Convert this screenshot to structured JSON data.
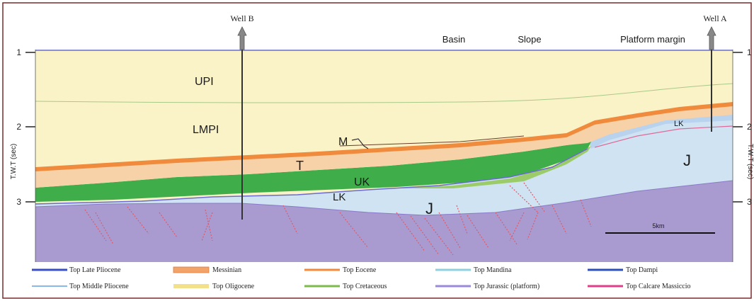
{
  "wells": [
    {
      "id": "well-b",
      "label": "Well B"
    },
    {
      "id": "well-a",
      "label": "Well A"
    }
  ],
  "settings": [
    "Basin",
    "Slope",
    "Platform margin"
  ],
  "axis": {
    "label": "T.W.T (sec)",
    "ticks": [
      "1",
      "2",
      "3"
    ]
  },
  "units": {
    "upi": "UPI",
    "lmpi": "LMPI",
    "m": "M",
    "t": "T",
    "uk": "UK",
    "lk_basin": "LK",
    "lk_platform": "LK",
    "j_basin": "J",
    "j_platform": "J"
  },
  "scale_bar": {
    "label": "5km"
  },
  "legend": [
    {
      "label": "Top Late Pliocene",
      "color": "#3a4fc4"
    },
    {
      "label": "Top Middle Pliocene",
      "color": "#8ab8e8"
    },
    {
      "label": "Messinian",
      "color": "#f2a36a"
    },
    {
      "label": "Top Oligocene",
      "color": "#f3e08a"
    },
    {
      "label": "Top Eocene",
      "color": "#f08a3c"
    },
    {
      "label": "Top Cretaceous",
      "color": "#7dba4e"
    },
    {
      "label": "Top Mandina",
      "color": "#8fd0e0"
    },
    {
      "label": "Top Jurassic (platform)",
      "color": "#9a8ad8"
    },
    {
      "label": "Top Dampi",
      "color": "#2d4fb8"
    },
    {
      "label": "Top Calcare Massiccio",
      "color": "#e0408a"
    }
  ],
  "colors": {
    "pliocene_fill": "#fbf3c8",
    "oligocene_fill": "#f7d2a8",
    "eocene_fill": "#f29a4a",
    "cretaceous_fill": "#3fae4a",
    "jurassic_fill": "#cfe3f2",
    "basement_fill": "#a99bd0",
    "fault_color": "#e05a6a",
    "border": "#7a2a2a"
  }
}
